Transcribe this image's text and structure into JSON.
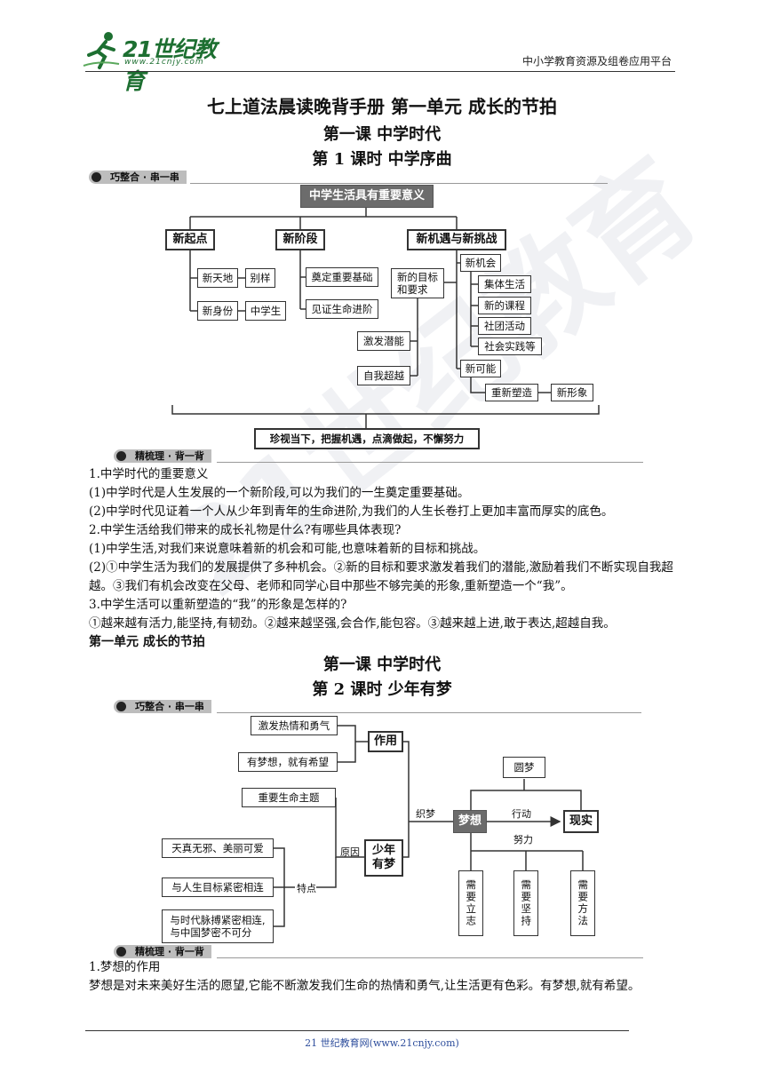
{
  "header": {
    "logo_text": "21世纪教育",
    "logo_url": "www.21cnjy.com",
    "platform": "中小学教育资源及组卷应用平台"
  },
  "titles": {
    "main": "七上道法晨读晚背手册  第一单元    成长的节拍",
    "lesson1": "第一课    中学时代",
    "period1": "第 1 课时    中学序曲",
    "unit_repeat": "第一单元    成长的节拍",
    "lesson2": "第一课    中学时代",
    "period2": "第 2 课时    少年有梦"
  },
  "section_tags": {
    "integrate": "巧整合 · 串一串",
    "sort": "精梳理 · 背一背"
  },
  "diagram1": {
    "root": "中学生活具有重要意义",
    "b1": "新起点",
    "b1_c1": "新天地",
    "b1_c1_r": "别样",
    "b1_c2": "新身份",
    "b1_c2_r": "中学生",
    "b2": "新阶段",
    "b2_c1": "奠定重要基础",
    "b2_c2": "见证生命进阶",
    "b3": "新机遇与新挑战",
    "goals": "新的目标\n和要求",
    "potential": "激发潜能",
    "surpass": "自我超越",
    "chance": "新机会",
    "chance_items": [
      "集体生活",
      "新的课程",
      "社团活动",
      "社会实践等"
    ],
    "possible": "新可能",
    "reshape": "重新塑造",
    "new_image": "新形象",
    "conclusion": "珍视当下，把握机遇，点滴做起，不懈努力"
  },
  "section1_text": [
    "1.中学时代的重要意义",
    "(1)中学时代是人生发展的一个新阶段,可以为我们的一生奠定重要基础。",
    "(2)中学时代见证着一个人从少年到青年的生命进阶,为我们的人生长卷打上更加丰富而厚实的底色。",
    "2.中学生活给我们带来的成长礼物是什么?有哪些具体表现?",
    "(1)中学生活,对我们来说意味着新的机会和可能,也意味着新的目标和挑战。",
    "(2)①中学生活为我们的发展提供了多种机会。②新的目标和要求激发着我们的潜能,激励着我们不断实现自我超越。③我们有机会改变在父母、老师和同学心目中那些不够完美的形象,重新塑造一个“我”。",
    "3.中学生活可以重新塑造的“我”的形象是怎样的?",
    "①越来越有活力,能坚持,有韧劲。②越来越坚强,会合作,能包容。③越来越上进,敢于表达,超越自我。"
  ],
  "diagram2": {
    "passion": "激发热情和勇气",
    "hope": "有梦想，就有希望",
    "function": "作用",
    "life_theme": "重要生命主题",
    "innocent": "天真无邪、美丽可爱",
    "linked_goal": "与人生目标紧密相连",
    "linked_era": "与时代脉搏紧密相连,\n与中国梦密不可分",
    "reason": "原因",
    "feature": "特点",
    "youth_dream": "少年\n有梦",
    "weave": "织梦",
    "dream": "梦想",
    "action": "行动",
    "reality": "现实",
    "fulfill": "圆梦",
    "effort": "努力",
    "needs": [
      "需要立志",
      "需要坚持",
      "需要方法"
    ]
  },
  "section2_text": [
    "1.梦想的作用",
    "梦想是对未来美好生活的愿望,它能不断激发我们生命的热情和勇气,让生活更有色彩。有梦想,就有希望。"
  ],
  "watermark": "21世纪教育",
  "footer": "21 世纪教育网(www.21cnjy.com)"
}
